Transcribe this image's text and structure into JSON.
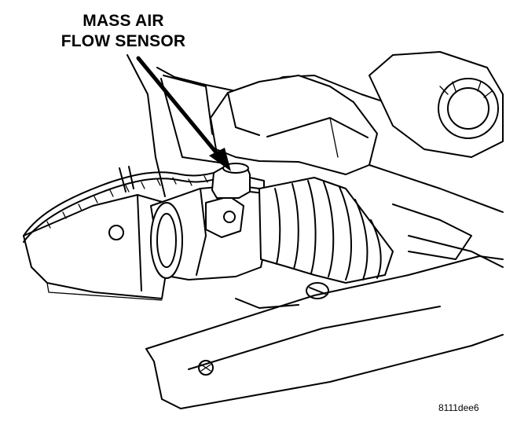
{
  "callout": {
    "line1": "MASS AIR",
    "line2": "FLOW SENSOR"
  },
  "figure_id": "8111dee6",
  "colors": {
    "ink": "#000000",
    "paper": "#ffffff"
  }
}
